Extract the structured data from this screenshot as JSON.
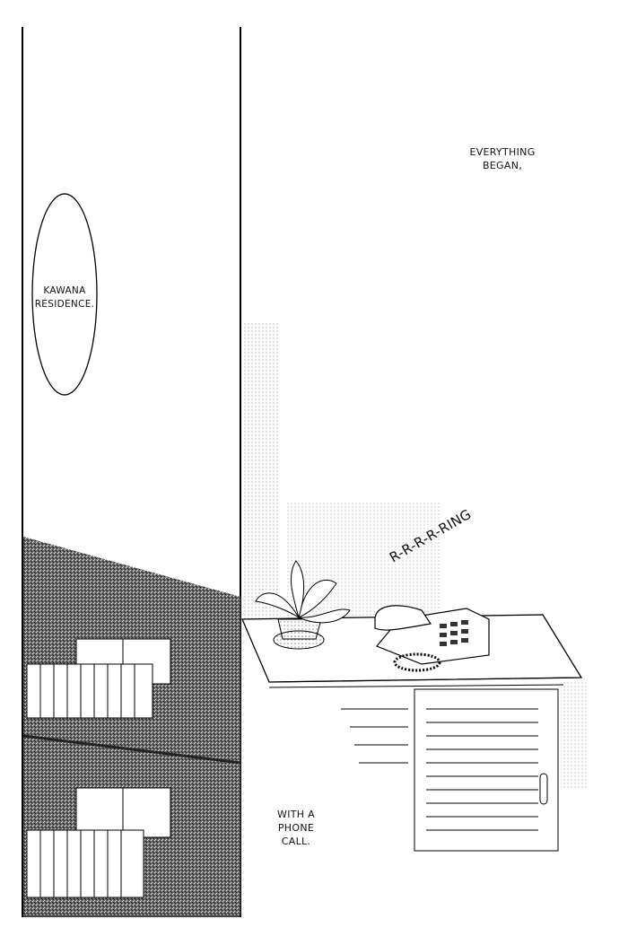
{
  "narration": {
    "top_line1": "EVERYTHING",
    "top_line2": "BEGAN,",
    "bottom_line1": "WITH A",
    "bottom_line2": "PHONE",
    "bottom_line3": "CALL."
  },
  "speech_bubble": {
    "line1": "KAWANA",
    "line2": "RESIDENCE."
  },
  "sound_effect": "R-R-R-R-RING"
}
